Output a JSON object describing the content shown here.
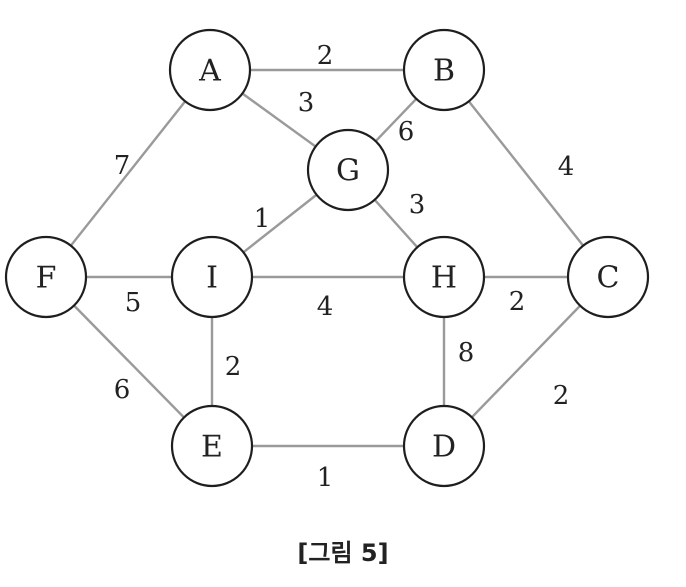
{
  "graph": {
    "nodes": [
      {
        "id": "A",
        "label": "A"
      },
      {
        "id": "B",
        "label": "B"
      },
      {
        "id": "G",
        "label": "G"
      },
      {
        "id": "F",
        "label": "F"
      },
      {
        "id": "I",
        "label": "I"
      },
      {
        "id": "H",
        "label": "H"
      },
      {
        "id": "C",
        "label": "C"
      },
      {
        "id": "E",
        "label": "E"
      },
      {
        "id": "D",
        "label": "D"
      }
    ],
    "edges": [
      {
        "from": "A",
        "to": "B",
        "weight": "2"
      },
      {
        "from": "A",
        "to": "G",
        "weight": "3"
      },
      {
        "from": "B",
        "to": "G",
        "weight": "6"
      },
      {
        "from": "A",
        "to": "F",
        "weight": "7"
      },
      {
        "from": "B",
        "to": "C",
        "weight": "4"
      },
      {
        "from": "G",
        "to": "I",
        "weight": "1"
      },
      {
        "from": "G",
        "to": "H",
        "weight": "3"
      },
      {
        "from": "F",
        "to": "I",
        "weight": "5"
      },
      {
        "from": "I",
        "to": "H",
        "weight": "4"
      },
      {
        "from": "H",
        "to": "C",
        "weight": "2"
      },
      {
        "from": "F",
        "to": "E",
        "weight": "6"
      },
      {
        "from": "I",
        "to": "E",
        "weight": "2"
      },
      {
        "from": "H",
        "to": "D",
        "weight": "8"
      },
      {
        "from": "C",
        "to": "D",
        "weight": "2"
      },
      {
        "from": "E",
        "to": "D",
        "weight": "1"
      }
    ]
  },
  "caption": "[그림 5]"
}
